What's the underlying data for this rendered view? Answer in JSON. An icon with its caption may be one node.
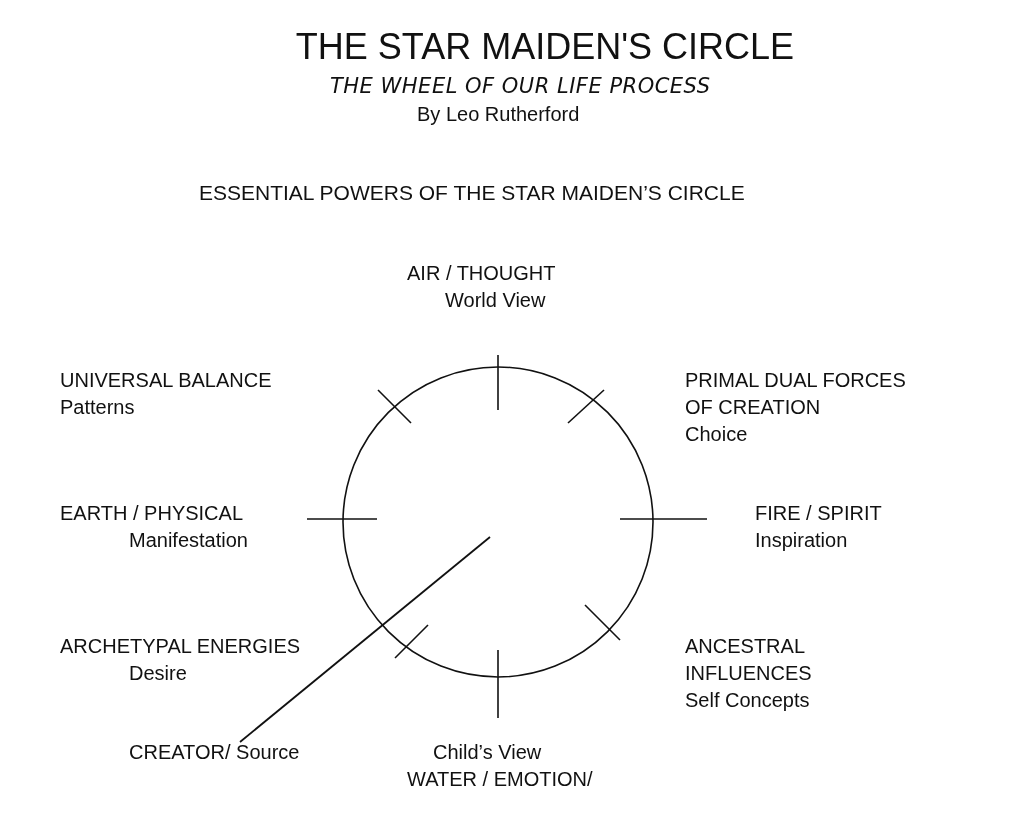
{
  "diagram": {
    "title": "THE STAR MAIDEN'S CIRCLE",
    "nodes": [
      {
        "text": [
          "CREATOR/ Source"
        ]
      },
      {
        "text": [],
        "shape": "circle"
      }
    ],
    "edges": [
      {
        "from": 0,
        "to": 1,
        "arrow": "none"
      }
    ],
    "labels": [
      "THE WHEEL OF OUR LIFE PROCESS",
      "By Leo Rutherford",
      "ESSENTIAL POWERS OF THE STAR MAIDEN’S CIRCLE",
      "AIR / THOUGHT",
      "World View",
      "UNIVERSAL BALANCE",
      "Patterns",
      "PRIMAL DUAL FORCES OF CREATION",
      "Choice",
      "EARTH / PHYSICAL",
      "Manifestation",
      "FIRE / SPIRIT",
      "Inspiration",
      "ARCHETYPAL ENERGIES",
      "Desire",
      "ANCESTRAL INFLUENCES",
      "Self Concepts",
      "Child’s View",
      "WATER / EMOTION/"
    ]
  }
}
